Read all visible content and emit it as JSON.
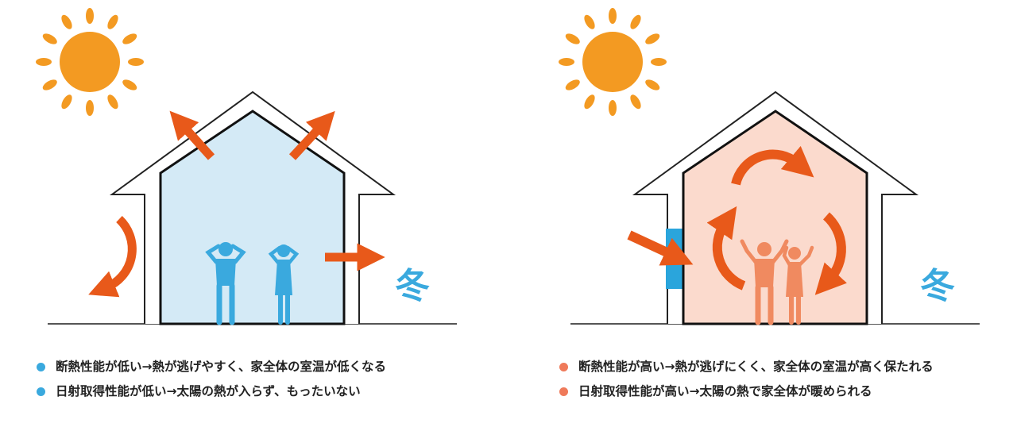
{
  "colors": {
    "sun": "#f39a22",
    "arrow": "#e8591a",
    "cold_interior": "#d4eaf6",
    "warm_interior": "#fbdacd",
    "cold_person": "#3aa9de",
    "warm_person": "#f08a60",
    "cold_bullet": "#3aa9de",
    "warm_bullet": "#ef7a5a",
    "window": "#2aa5dc"
  },
  "left_panel": {
    "season_label": "冬",
    "notes": [
      "断熱性能が低い→熱が逃げやすく、家全体の室温が低くなる",
      "日射取得性能が低い→太陽の熱が入らず、もったいない"
    ]
  },
  "right_panel": {
    "season_label": "冬",
    "notes": [
      "断熱性能が高い→熱が逃げにくく、家全体の室温が高く保たれる",
      "日射取得性能が高い→太陽の熱で家全体が暖められる"
    ]
  },
  "icons": {
    "sun": "sun-icon",
    "heat_arrow": "arrow-icon",
    "person": "person-icon"
  }
}
